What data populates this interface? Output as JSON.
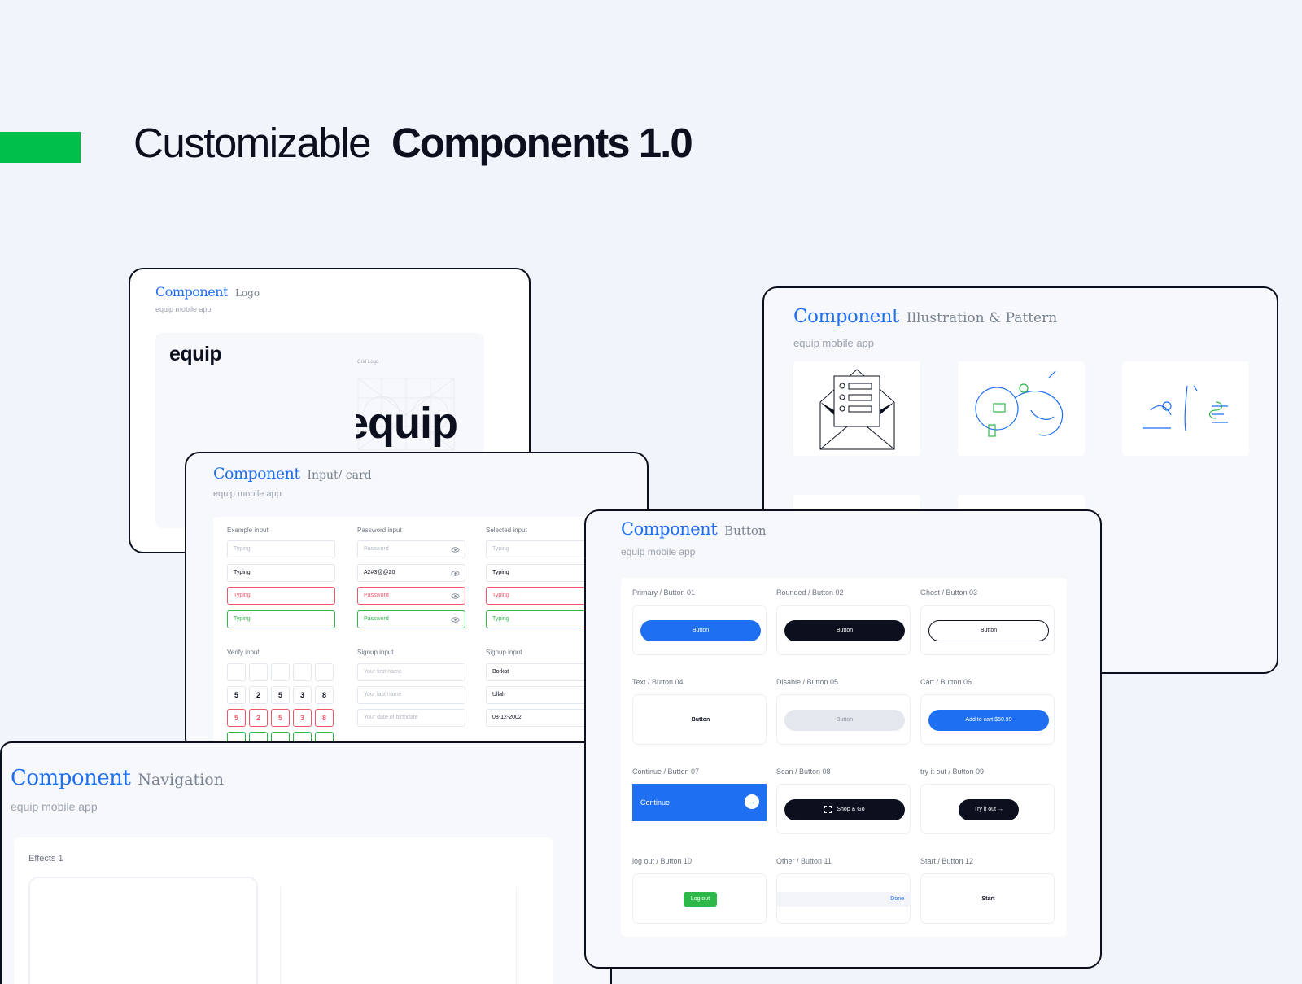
{
  "hero": {
    "light": "Customizable",
    "bold": "Components 1.0"
  },
  "colors": {
    "accent_green": "#00c04b",
    "brand_blue": "#1f6ff2",
    "dark": "#0b0f1e"
  },
  "component_word": "Component",
  "app_subtitle": "equip mobile app",
  "logo_card": {
    "name": "Logo",
    "logo_text": "equip",
    "grid_label": "Grid Logo",
    "big_logo_text": "equip"
  },
  "illus_card": {
    "name": "Illustration & Pattern"
  },
  "input_card": {
    "name": "Input/ card",
    "columns": {
      "example": "Example input",
      "password": "Password input",
      "selected": "Selected input",
      "verify": "Verify input",
      "signup1": "Signup input",
      "signup2": "Signup input"
    },
    "example_fields": [
      "Typing",
      "Typing",
      "Typing",
      "Typing"
    ],
    "password_fields": [
      "Password",
      "A2#3@@20",
      "Password",
      "Password"
    ],
    "selected_fields": [
      "Typing",
      "Typing",
      "Typing",
      "Typing"
    ],
    "otp_digits": [
      "5",
      "2",
      "5",
      "3",
      "8"
    ],
    "signup_placeholders": [
      "Your first name",
      "Your last name",
      "Your date of birthdate"
    ],
    "signup_values": [
      "Borkat",
      "Ullah",
      "08-12-2002"
    ]
  },
  "nav_card": {
    "name": "Navigation",
    "effects_label": "Effects 1"
  },
  "button_card": {
    "name": "Button",
    "cells": [
      {
        "label": "Primary / Button 01",
        "text": "Button"
      },
      {
        "label": "Rounded / Button 02",
        "text": "Button"
      },
      {
        "label": "Ghost /  Button 03",
        "text": "Button"
      },
      {
        "label": "Text / Button 04",
        "text": "Button"
      },
      {
        "label": "Disable / Button 05",
        "text": "Button"
      },
      {
        "label": "Cart / Button 06",
        "text": "Add to cart $50.99"
      },
      {
        "label": "Continue / Button 07",
        "text": "Continue"
      },
      {
        "label": "Scan / Button 08",
        "text": "Shop & Go"
      },
      {
        "label": "try it out / Button 09",
        "text": "Try it out"
      },
      {
        "label": "log out / Button 10",
        "text": "Log out"
      },
      {
        "label": "Other / Button 11",
        "text": "Done"
      },
      {
        "label": "Start / Button 12",
        "text": "Start"
      }
    ]
  }
}
